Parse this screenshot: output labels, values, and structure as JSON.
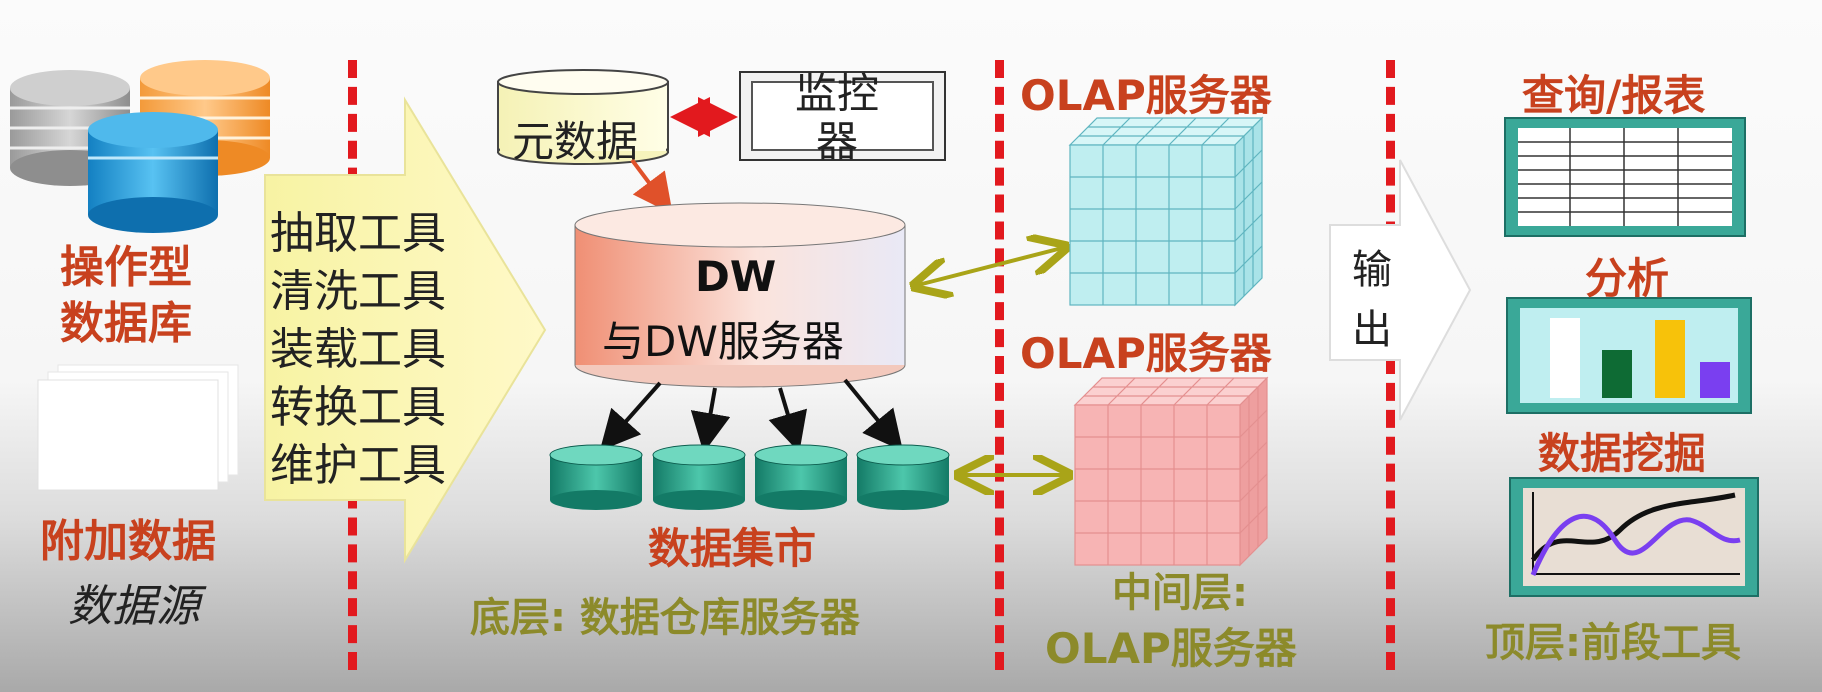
{
  "source": {
    "operational_db": "操作型\n数据库",
    "additional_data": "附加数据",
    "layer_label": "数据源"
  },
  "etl_tools": [
    "抽取工具",
    "清洗工具",
    "装载工具",
    "转换工具",
    "维护工具"
  ],
  "metadata": "元数据",
  "monitor": "监控\n器",
  "dw": {
    "line1": "DW",
    "line2": "与DW服务器"
  },
  "data_mart": "数据集市",
  "bottom_layer": "底层: 数据仓库服务器",
  "olap": {
    "server_top": "OLAP服务器",
    "server_mid": "OLAP服务器",
    "layer_line1": "中间层:",
    "layer_line2": "OLAP服务器"
  },
  "output": "输\n出",
  "front": {
    "query_report": "查询/报表",
    "analysis": "分析",
    "data_mining": "数据挖掘",
    "top_layer": "顶层:前段工具"
  },
  "colors": {
    "divider": "#e2191e",
    "red_label": "#c8411e",
    "olive_label": "#8c8a2a",
    "etl_arrow": "#f7f3a3",
    "dw_cylinder": "#f5b6a4",
    "mart_cylinder": "#1e9c84",
    "cube_blue": "#bfeef0",
    "cube_pink": "#f7b4b4",
    "frame_teal": "#2a8f84"
  }
}
